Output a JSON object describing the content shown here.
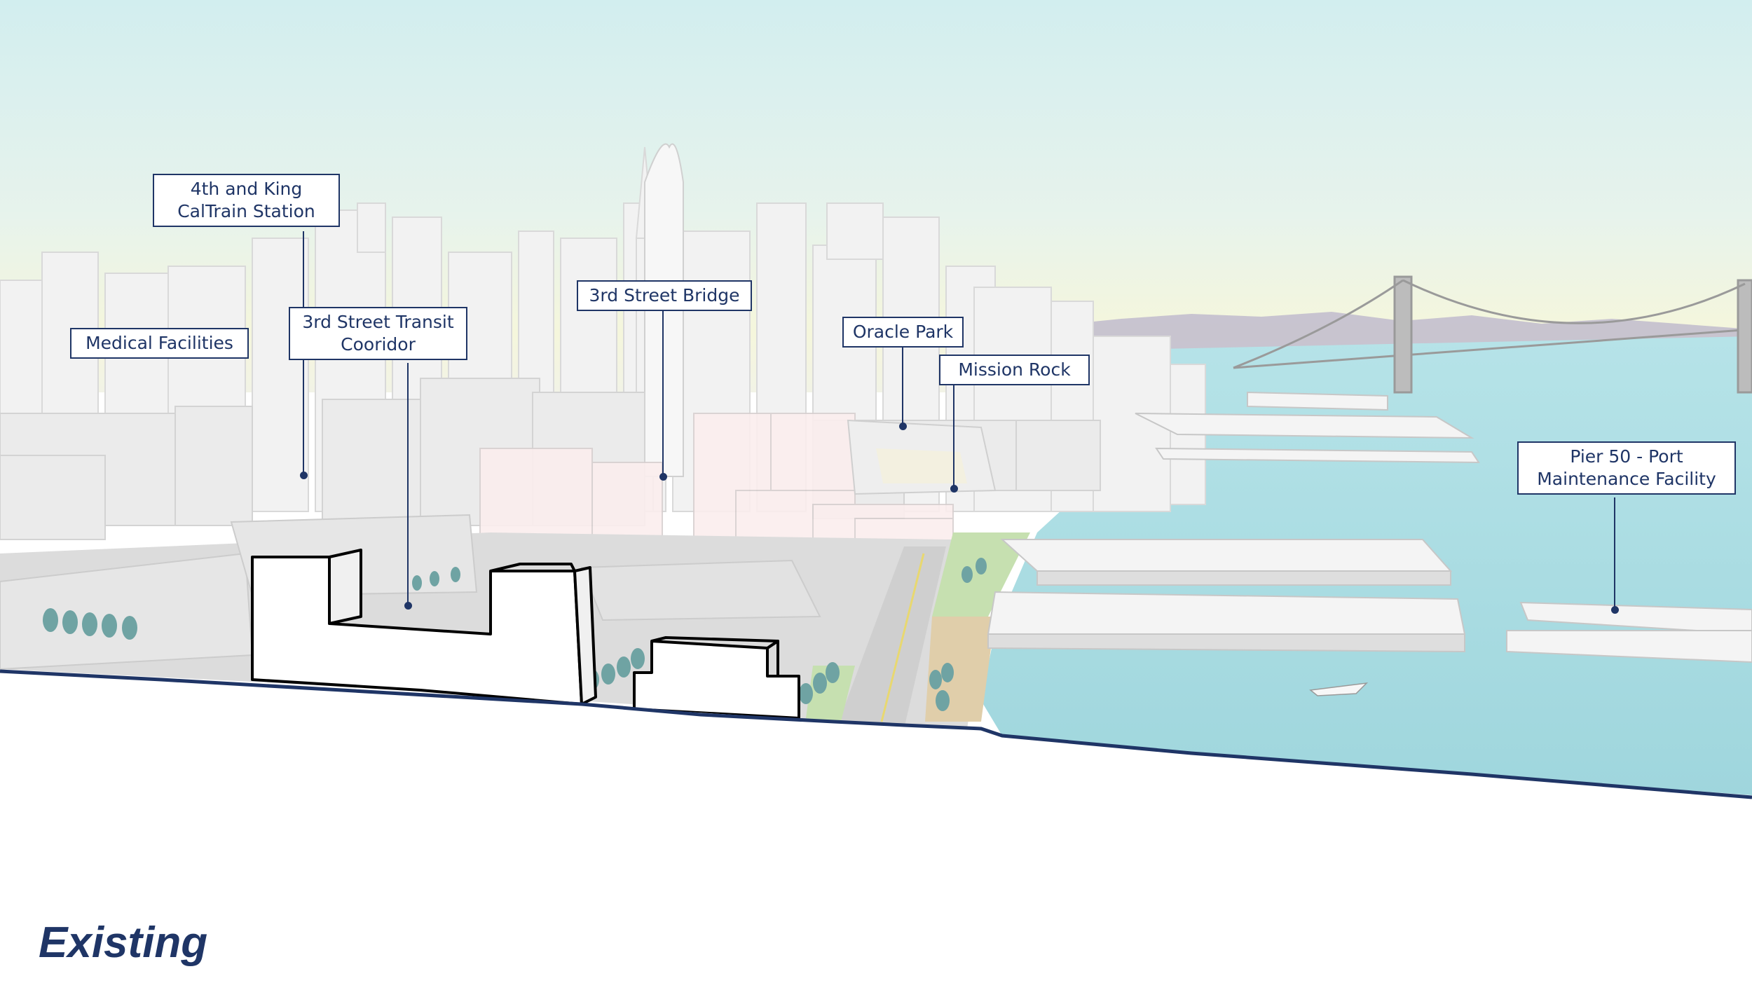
{
  "title": "Existing",
  "callouts": {
    "caltrain": {
      "line1": "4th and King",
      "line2": "CalTrain Station"
    },
    "medical": {
      "line1": "Medical Facilities"
    },
    "transit": {
      "line1": "3rd Street Transit",
      "line2": "Cooridor"
    },
    "bridge3rd": {
      "line1": "3rd Street Bridge"
    },
    "oracle": {
      "line1": "Oracle Park"
    },
    "mission": {
      "line1": "Mission Rock"
    },
    "pier50": {
      "line1": "Pier 50 - Port",
      "line2": "Maintenance Facility"
    }
  },
  "colors": {
    "navy": "#1f3566",
    "water": "#a9dde3",
    "sky_top": "#d4eff0",
    "sky_horizon": "#f4f6dc",
    "building": "#e9e9e9",
    "tree": "#6fa3a3",
    "park": "#c6e0b0"
  }
}
